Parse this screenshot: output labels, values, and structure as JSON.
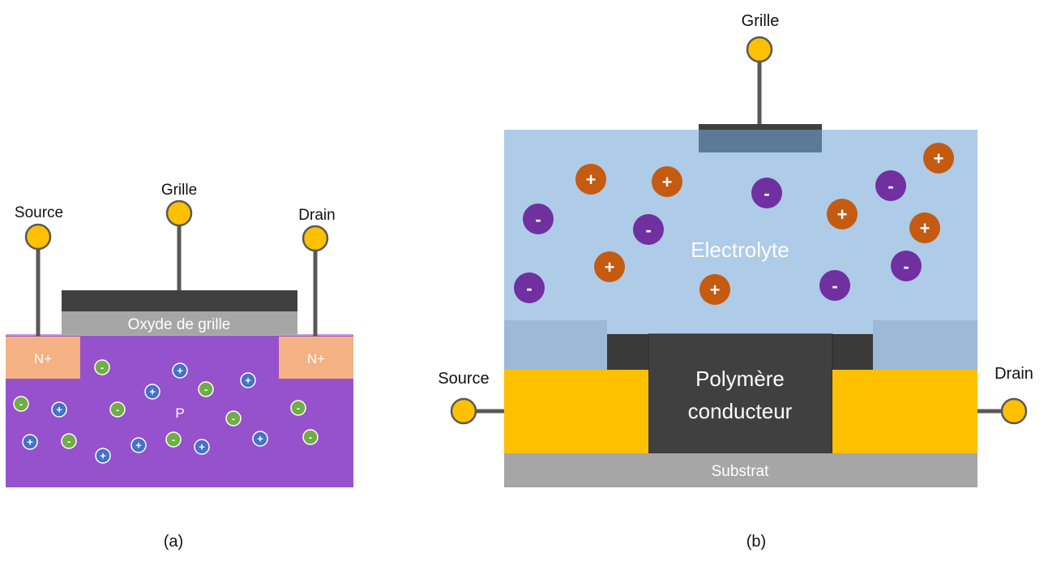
{
  "panel_a": {
    "caption": "(a)",
    "source_label": "Source",
    "gate_label": "Grille",
    "drain_label": "Drain",
    "oxide_label": "Oxyde de grille",
    "n_left_label": "N+",
    "n_right_label": "N+",
    "substrate_label": "P",
    "plus_symbol": "+",
    "minus_symbol": "-"
  },
  "panel_b": {
    "caption": "(b)",
    "gate_label": "Grille",
    "source_label": "Source",
    "drain_label": "Drain",
    "electrolyte_label": "Electrolyte",
    "polymer_line1": "Polymère",
    "polymer_line2": "conducteur",
    "substrate_label": "Substrat",
    "plus_symbol": "+",
    "minus_symbol": "-"
  },
  "colors": {
    "contact": "#FFC000",
    "wire": "#595959",
    "gate_metal": "#404040",
    "oxide": "#A6A6A6",
    "p_substrate": "#9651CC",
    "n_plus": "#F4B183",
    "hole_ion": "#4472C4",
    "electron_ion": "#70AD47",
    "electrolyte": "#AECBE8",
    "cation": "#C55A11",
    "anion": "#7030A0",
    "electrode_gold": "#FFC000",
    "polymer": "#404040",
    "substrat": "#A6A6A6"
  }
}
